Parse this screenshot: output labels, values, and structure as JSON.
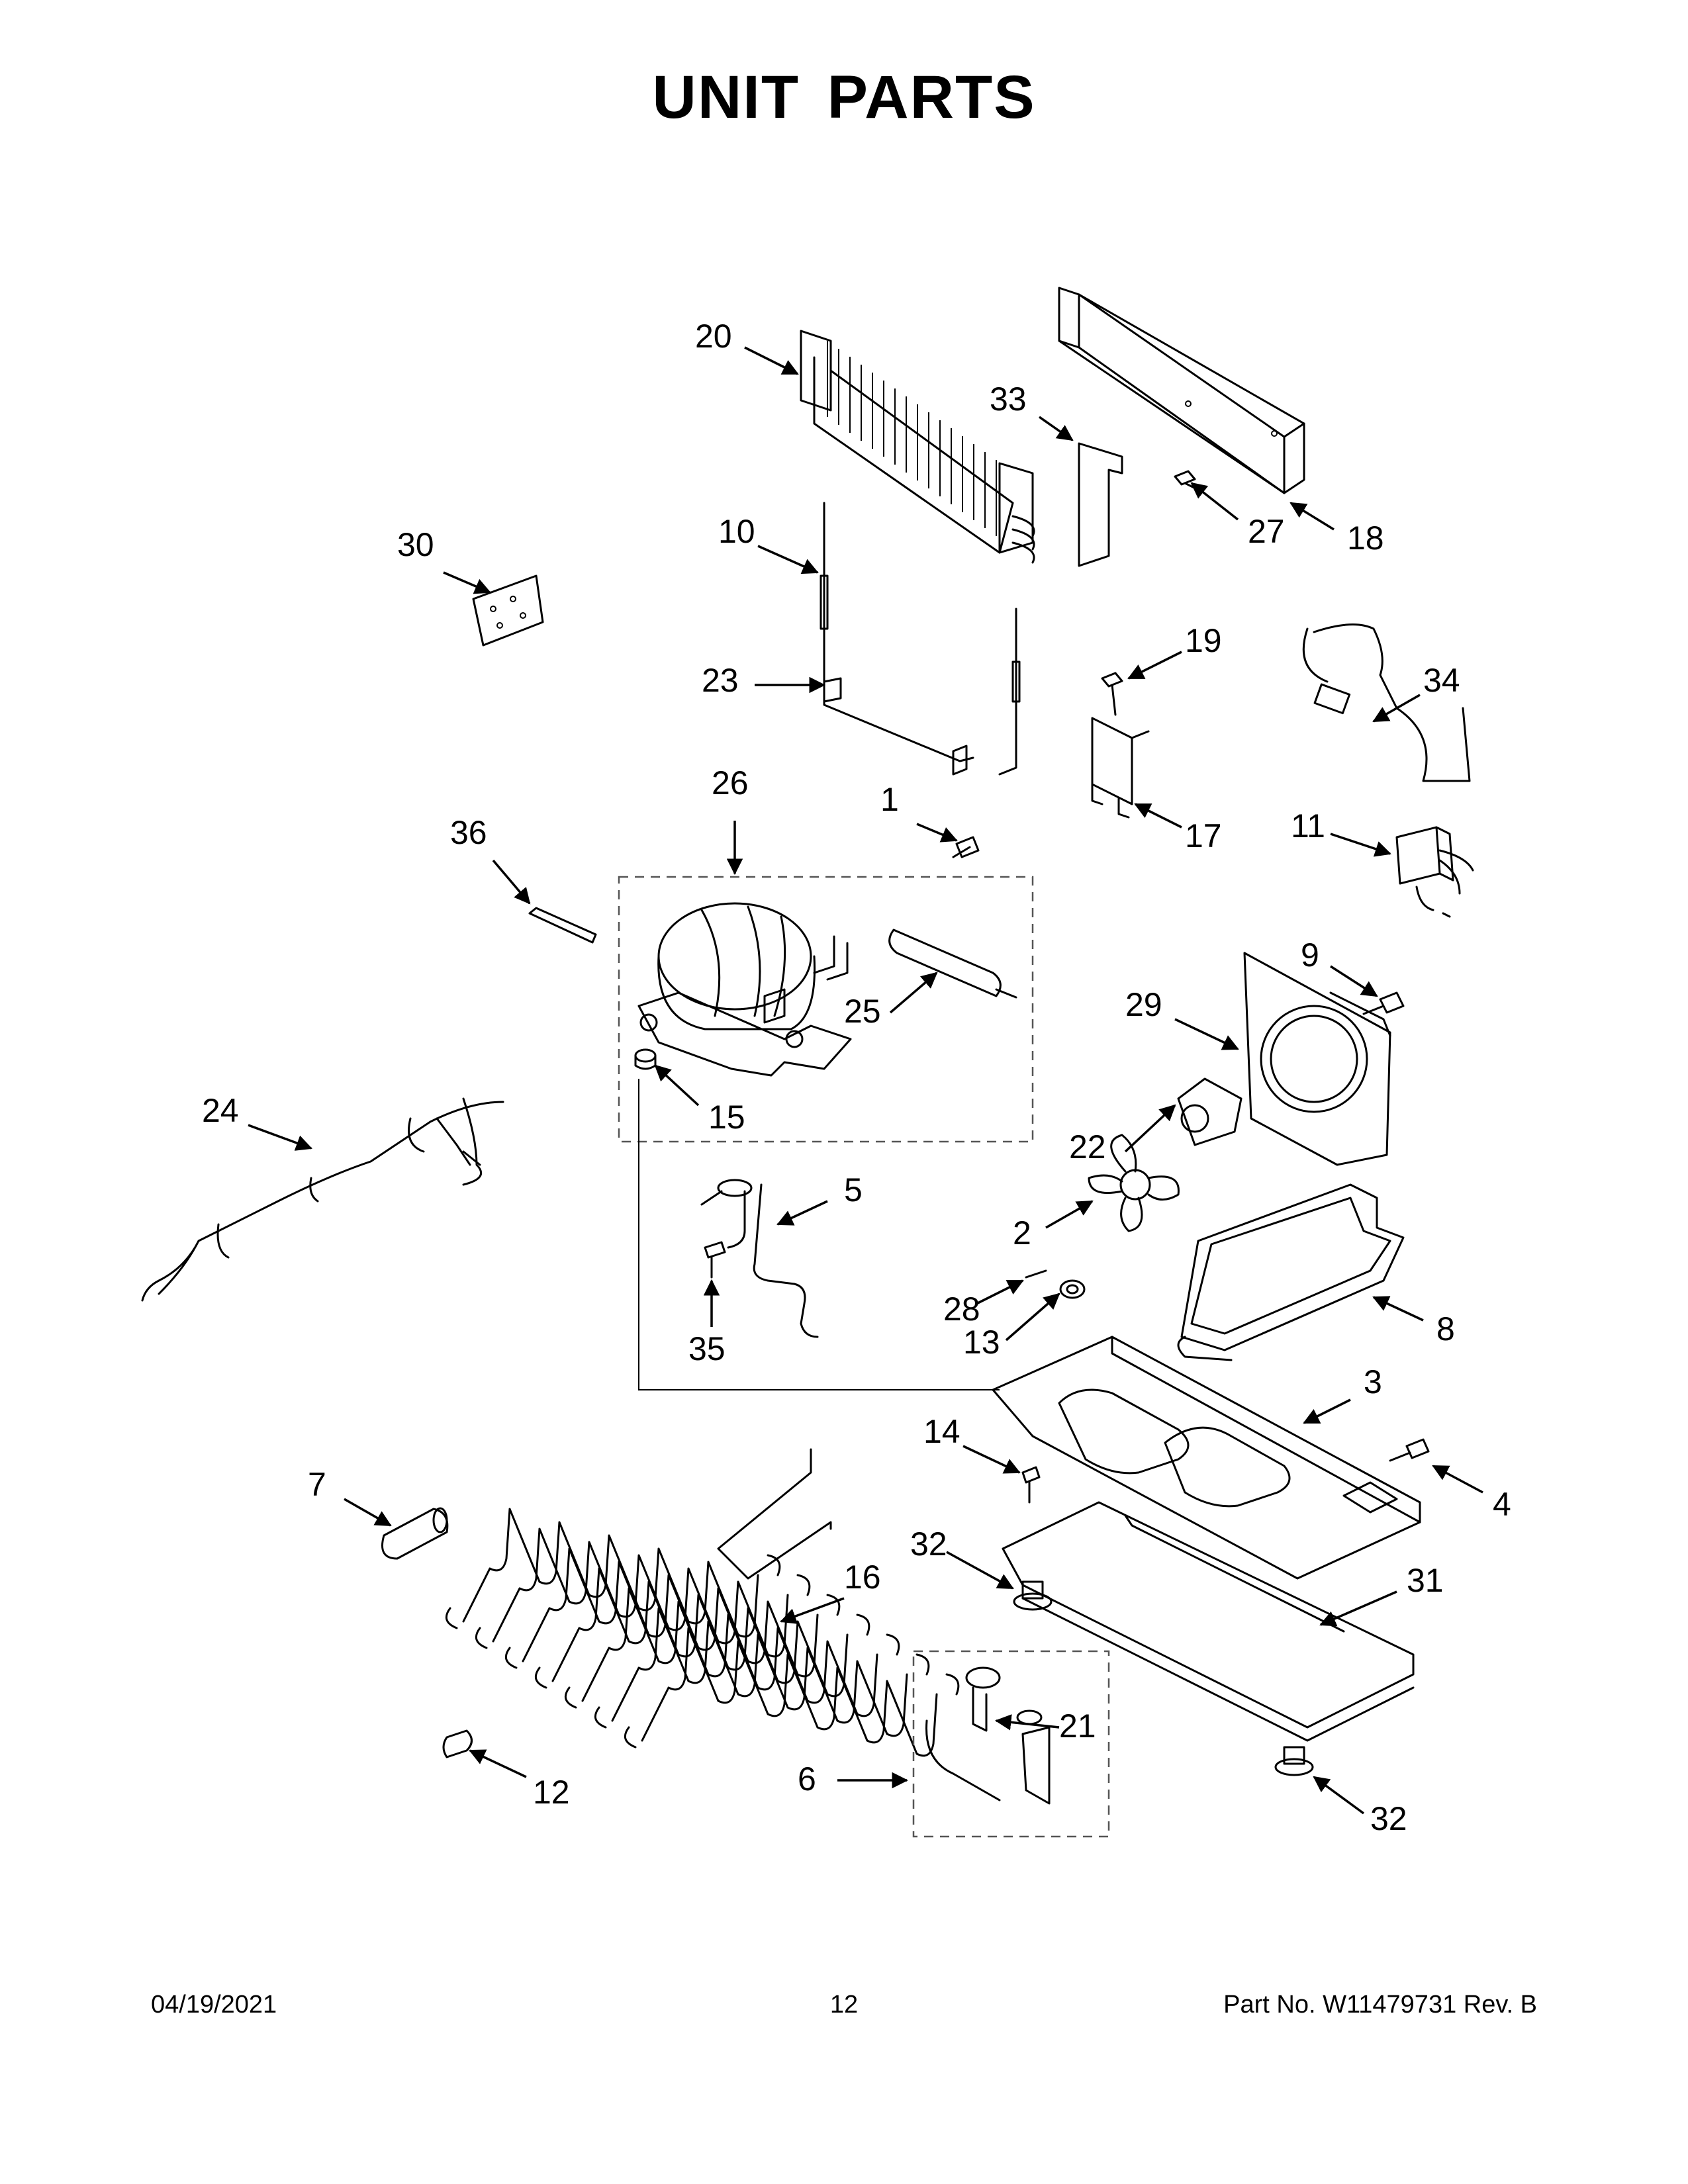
{
  "title": "UNIT  PARTS",
  "footer": {
    "date": "04/19/2021",
    "page": "12",
    "part_no": "Part No.  W11479731   Rev.  B"
  },
  "callouts": [
    {
      "id": "c1",
      "label": "1"
    },
    {
      "id": "c2",
      "label": "2"
    },
    {
      "id": "c3",
      "label": "3"
    },
    {
      "id": "c4",
      "label": "4"
    },
    {
      "id": "c5",
      "label": "5"
    },
    {
      "id": "c6",
      "label": "6"
    },
    {
      "id": "c7",
      "label": "7"
    },
    {
      "id": "c8",
      "label": "8"
    },
    {
      "id": "c9",
      "label": "9"
    },
    {
      "id": "c10",
      "label": "10"
    },
    {
      "id": "c11",
      "label": "11"
    },
    {
      "id": "c12",
      "label": "12"
    },
    {
      "id": "c13",
      "label": "13"
    },
    {
      "id": "c14",
      "label": "14"
    },
    {
      "id": "c15",
      "label": "15"
    },
    {
      "id": "c16",
      "label": "16"
    },
    {
      "id": "c17",
      "label": "17"
    },
    {
      "id": "c18",
      "label": "18"
    },
    {
      "id": "c19",
      "label": "19"
    },
    {
      "id": "c20",
      "label": "20"
    },
    {
      "id": "c21",
      "label": "21"
    },
    {
      "id": "c22",
      "label": "22"
    },
    {
      "id": "c23",
      "label": "23"
    },
    {
      "id": "c24",
      "label": "24"
    },
    {
      "id": "c25",
      "label": "25"
    },
    {
      "id": "c26",
      "label": "26"
    },
    {
      "id": "c27",
      "label": "27"
    },
    {
      "id": "c28",
      "label": "28"
    },
    {
      "id": "c29",
      "label": "29"
    },
    {
      "id": "c30",
      "label": "30"
    },
    {
      "id": "c31",
      "label": "31"
    },
    {
      "id": "c32a",
      "label": "32"
    },
    {
      "id": "c32b",
      "label": "32"
    },
    {
      "id": "c33",
      "label": "33"
    },
    {
      "id": "c34",
      "label": "34"
    },
    {
      "id": "c35",
      "label": "35"
    },
    {
      "id": "c36",
      "label": "36"
    }
  ]
}
